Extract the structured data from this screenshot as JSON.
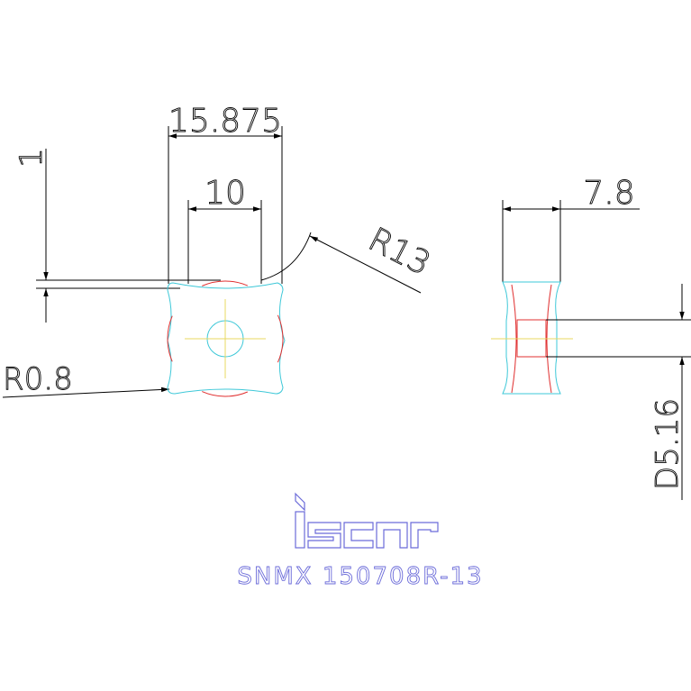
{
  "dimensions": {
    "width_outer": "15.875",
    "width_inner": "10",
    "thickness_top": "1",
    "radius_large": "R13",
    "corner_radius": "R0.8",
    "thickness": "7.8",
    "hole_diameter": "D5.16"
  },
  "brand": {
    "logo_text": "iscar"
  },
  "part_number": "SNMX 150708R-13",
  "colors": {
    "outline": "#3ec8d8",
    "relief": "#e03030",
    "centerline": "#e8d860",
    "dimension": "#000000",
    "brand": "#6b6bd9"
  }
}
